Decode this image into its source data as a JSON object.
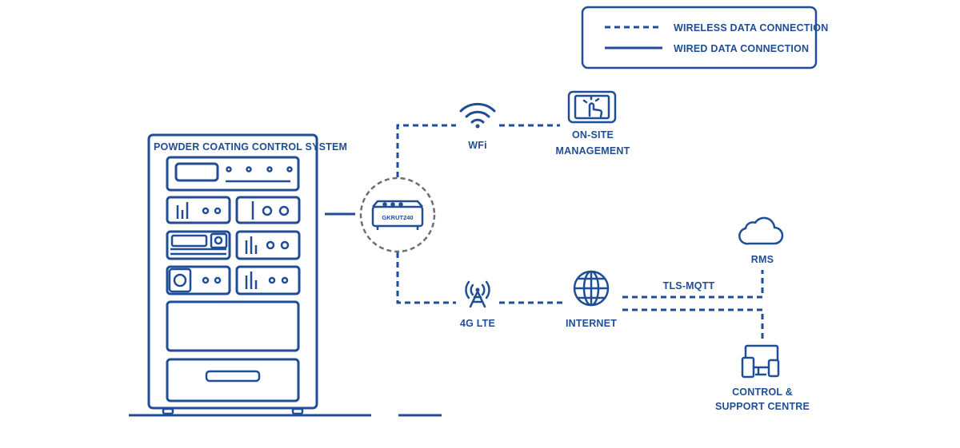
{
  "colors": {
    "primary": "#1f4e96",
    "connector_ring": "#6b6f75"
  },
  "legend": {
    "wireless_label": "WIRELESS DATA CONNECTION",
    "wired_label": "WIRED DATA CONNECTION"
  },
  "cabinet": {
    "title": "POWDER COATING CONTROL SYSTEM"
  },
  "router": {
    "model": "GKRUT240"
  },
  "nodes": {
    "wifi": "WFi",
    "onsite_line1": "ON-SITE",
    "onsite_line2": "MANAGEMENT",
    "lte": "4G LTE",
    "internet": "INTERNET",
    "rms": "RMS",
    "control_line1": "CONTROL &",
    "control_line2": "SUPPORT CENTRE"
  },
  "links": {
    "protocol": "TLS-MQTT"
  },
  "icons": [
    "wifi-icon",
    "tablet-touch-icon",
    "cell-tower-icon",
    "globe-icon",
    "cloud-icon",
    "devices-icon",
    "router-icon"
  ]
}
